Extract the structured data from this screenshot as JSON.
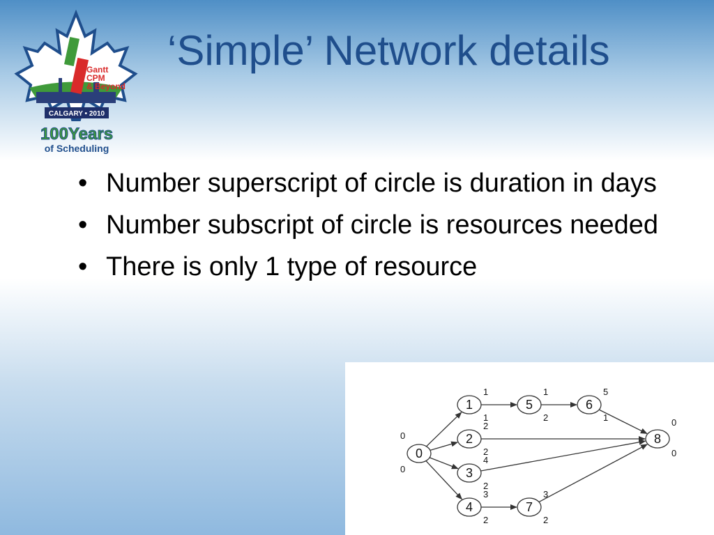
{
  "slide": {
    "title": "‘Simple’ Network details",
    "bullets": [
      "Number superscript of circle is duration in days",
      "Number subscript of circle is resources needed",
      "There is only 1 type of resource"
    ],
    "bullet_glyph": "•"
  },
  "logo": {
    "line1": "Gantt",
    "line2": "CPM",
    "line3": "& Beyond",
    "city": "CALGARY • 2010",
    "years": "100Years",
    "subtitle": "of Scheduling"
  },
  "network": {
    "nodes": [
      {
        "id": "0",
        "label": "0",
        "duration": "0",
        "resources": "0"
      },
      {
        "id": "1",
        "label": "1",
        "duration": "1",
        "resources": "1"
      },
      {
        "id": "2",
        "label": "2",
        "duration": "2",
        "resources": "2"
      },
      {
        "id": "3",
        "label": "3",
        "duration": "4",
        "resources": "2"
      },
      {
        "id": "4",
        "label": "4",
        "duration": "3",
        "resources": "2"
      },
      {
        "id": "5",
        "label": "5",
        "duration": "1",
        "resources": "2"
      },
      {
        "id": "6",
        "label": "6",
        "duration": "5",
        "resources": "1"
      },
      {
        "id": "7",
        "label": "7",
        "duration": "3",
        "resources": "2"
      },
      {
        "id": "8",
        "label": "8",
        "duration": "0",
        "resources": "0"
      }
    ],
    "edges": [
      [
        "0",
        "1"
      ],
      [
        "0",
        "2"
      ],
      [
        "0",
        "3"
      ],
      [
        "0",
        "4"
      ],
      [
        "1",
        "5"
      ],
      [
        "5",
        "6"
      ],
      [
        "6",
        "8"
      ],
      [
        "2",
        "8"
      ],
      [
        "3",
        "8"
      ],
      [
        "4",
        "7"
      ],
      [
        "7",
        "8"
      ]
    ],
    "colors": {
      "stroke": "#333333",
      "fill": "#ffffff"
    }
  }
}
